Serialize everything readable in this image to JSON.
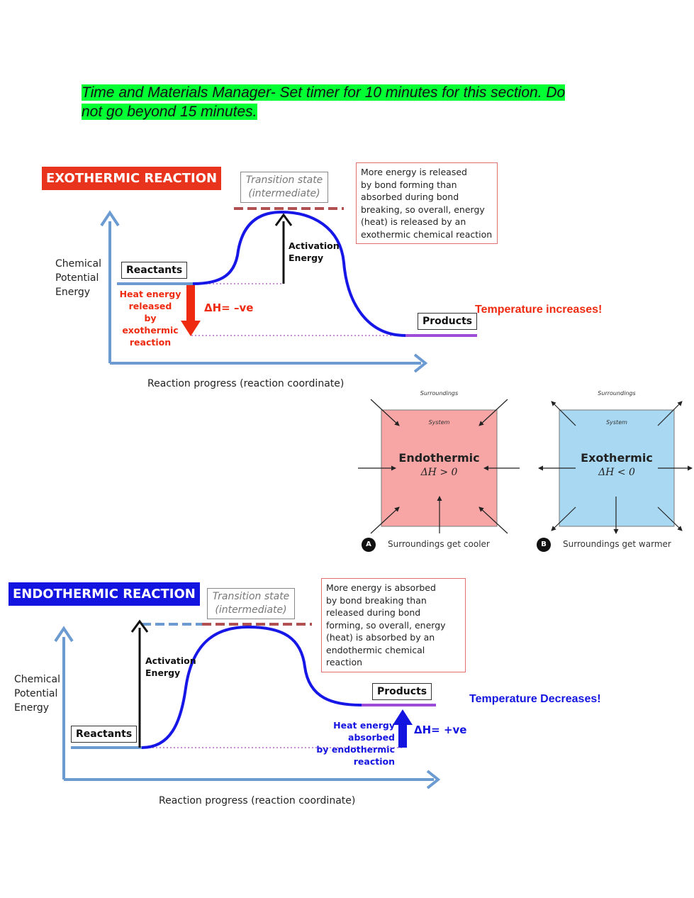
{
  "note": {
    "line1": "Time and Materials Manager- Set timer for 10 minutes for this section. Do",
    "line2": "not go beyond 15 minutes.",
    "highlight_color": "#00ff33"
  },
  "exo": {
    "banner": "EXOTHERMIC REACTION",
    "banner_color": "#e8341c",
    "ts_line1": "Transition state",
    "ts_line2": "(intermediate)",
    "info": [
      "More energy is released",
      "by bond forming than",
      "absorbed during bond",
      "breaking, so overall, energy",
      "(heat) is released by an",
      "exothermic chemical reaction"
    ],
    "ylabel": [
      "Chemical",
      "Potential",
      "Energy"
    ],
    "reactants": "Reactants",
    "products": "Products",
    "activation": [
      "Activation",
      "Energy"
    ],
    "heat": [
      "Heat energy",
      "released",
      "by exothermic",
      "reaction"
    ],
    "dh": "ΔH= –ve",
    "temp": "Temperature increases!",
    "xlabel": "Reaction progress (reaction coordinate)"
  },
  "systems": {
    "endo": {
      "surroundings": "Surroundings",
      "system": "System",
      "title": "Endothermic",
      "dh": "ΔH > 0",
      "badge": "A",
      "caption": "Surroundings get cooler",
      "fill": "#f7a5a5"
    },
    "exo": {
      "surroundings": "Surroundings",
      "system": "System",
      "title": "Exothermic",
      "dh": "ΔH < 0",
      "badge": "B",
      "caption": "Surroundings get warmer",
      "fill": "#a9d9f2"
    }
  },
  "endo": {
    "banner": "ENDOTHERMIC REACTION",
    "banner_color": "#1414e0",
    "ts_line1": "Transition state",
    "ts_line2": "(intermediate)",
    "info": [
      "More energy is absorbed",
      "by bond breaking than",
      "released during bond",
      "forming, so overall, energy",
      "(heat) is absorbed by an",
      "endothermic chemical reaction"
    ],
    "ylabel": [
      "Chemical",
      "Potential",
      "Energy"
    ],
    "reactants": "Reactants",
    "products": "Products",
    "activation": [
      "Activation",
      "Energy"
    ],
    "heat": [
      "Heat energy absorbed",
      "by endothermic reaction"
    ],
    "dh": "ΔH= +ve",
    "temp": "Temperature Decreases!",
    "xlabel": "Reaction progress (reaction coordinate)"
  }
}
